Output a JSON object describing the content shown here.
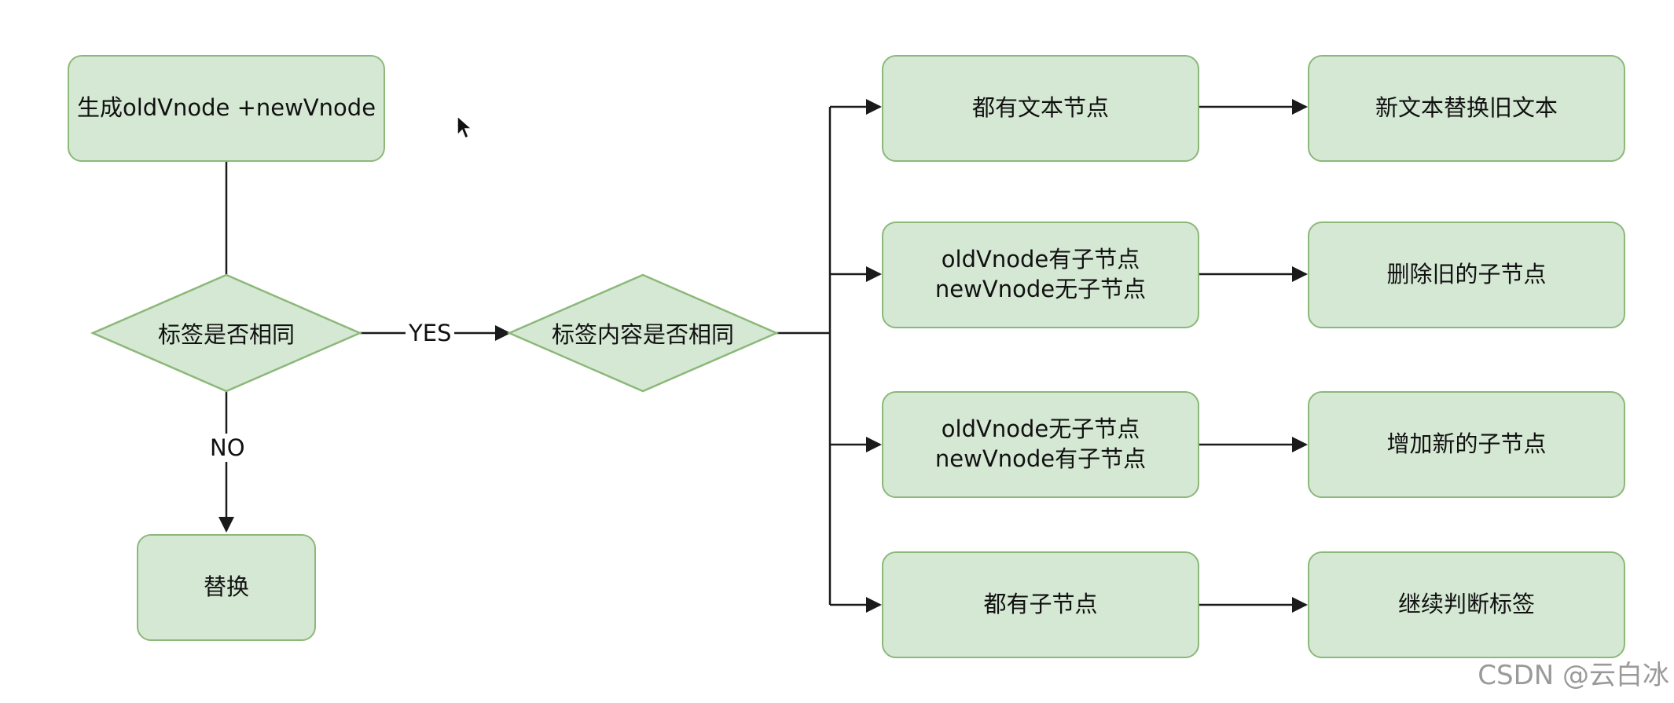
{
  "nodes": {
    "generate": "生成oldVnode +newVnode",
    "replace": "替换",
    "both_text": "都有文本节点",
    "new_replace_old": "新文本替换旧文本",
    "old_has_children": "oldVnode有子节点\nnewVnode无子节点",
    "delete_old_children": "删除旧的子节点",
    "old_no_children": "oldVnode无子节点\nnewVnode有子节点",
    "add_new_children": "增加新的子节点",
    "both_children": "都有子节点",
    "continue_compare": "继续判断标签"
  },
  "decisions": {
    "same_tag": "标签是否相同",
    "same_content": "标签内容是否相同"
  },
  "edge_labels": {
    "yes": "YES",
    "no": "NO"
  },
  "watermark": "CSDN @云白冰",
  "colors": {
    "node_fill": "#d5e8d4",
    "node_border": "#8cb87a",
    "edge": "#1a1a1a"
  }
}
